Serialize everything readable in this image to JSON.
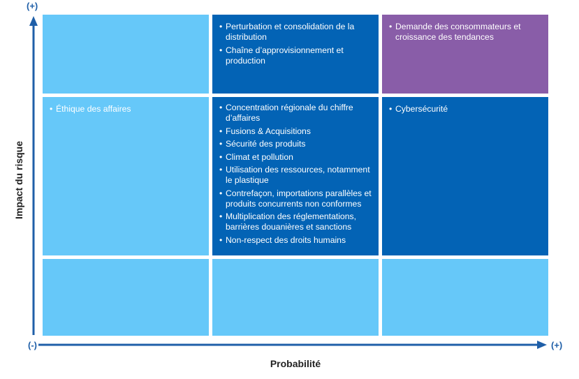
{
  "axes": {
    "y_label": "Impact du risque",
    "x_label": "Probabilité",
    "y_end_marker": "(+)",
    "origin_marker": "(-)",
    "x_end_marker": "(+)",
    "axis_color": "#1f5fa8"
  },
  "colors": {
    "light_blue": "#66c8f9",
    "dark_blue": "#0363b5",
    "purple": "#895da8"
  },
  "matrix": {
    "top_middle": [
      "Perturbation et consolidation de la distribution",
      "Chaîne d’approvisionnement et production"
    ],
    "top_right": [
      "Demande des consommateurs et croissance des tendances"
    ],
    "middle_left": [
      "Éthique des affaires"
    ],
    "middle_middle": [
      "Concentration régionale du chiffre d’affaires",
      "Fusions & Acquisitions",
      "Sécurité des produits",
      "Climat et pollution",
      "Utilisation des ressources, notamment le plastique",
      "Contrefaçon, importations parallèles et produits concurrents non conformes",
      "Multiplication des réglementations, barrières douanières et sanctions",
      "Non-respect des droits humains"
    ],
    "middle_right": [
      "Cybersécurité"
    ]
  }
}
